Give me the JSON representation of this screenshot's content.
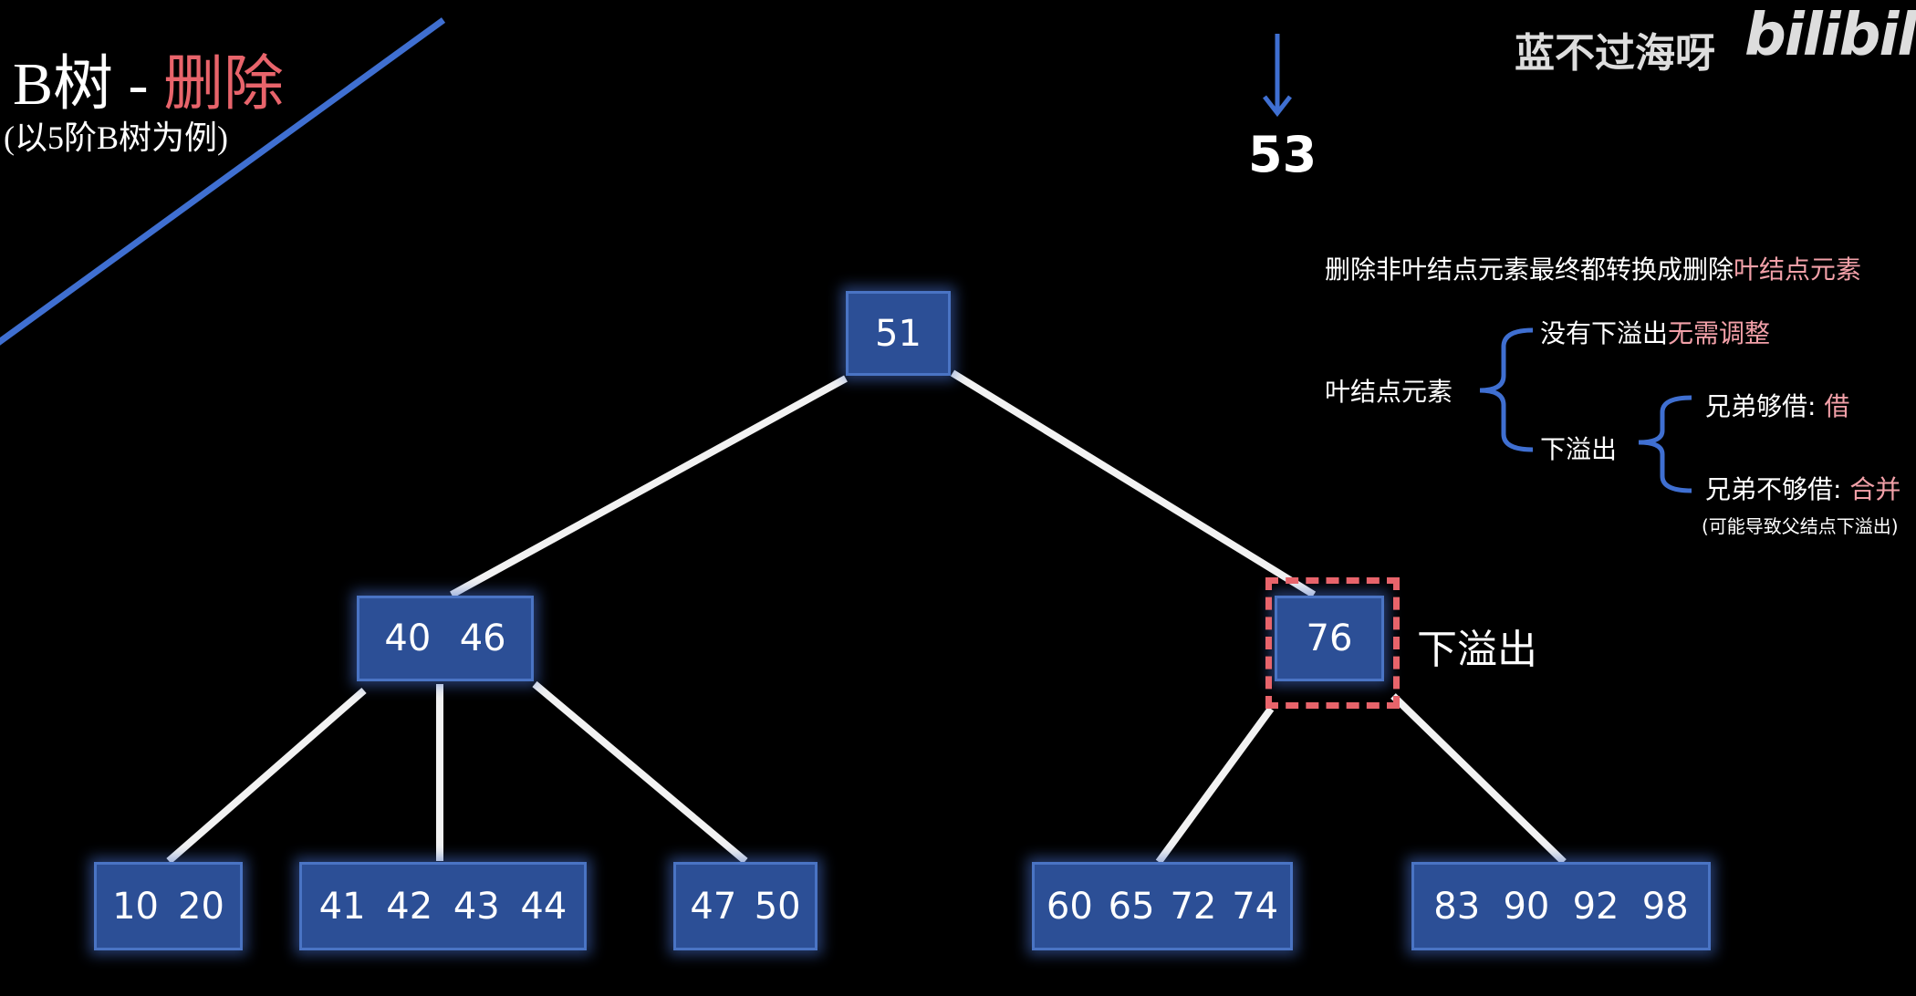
{
  "title": {
    "prefix": "B树 - ",
    "highlight": "删除"
  },
  "subtitle": "(以5阶B树为例)",
  "deleted_key": "53",
  "watermark": {
    "author": "蓝不过海呀",
    "logo": "bilibili"
  },
  "colors": {
    "node_fill": "#2c4f96",
    "highlight": "#e8646b",
    "line": "#3f6fd1",
    "pink_text": "#f2a0a8"
  },
  "tree": {
    "root": [
      "51"
    ],
    "level1": [
      [
        "40",
        "46"
      ],
      [
        "76"
      ]
    ],
    "leaves": [
      [
        "10",
        "20"
      ],
      [
        "41",
        "42",
        "43",
        "44"
      ],
      [
        "47",
        "50"
      ],
      [
        "60",
        "65",
        "72",
        "74"
      ],
      [
        "83",
        "90",
        "92",
        "98"
      ]
    ]
  },
  "underflow_label": "下溢出",
  "notes": {
    "rule_prefix": "删除非叶结点元素最终都转换成删除",
    "rule_highlight": "叶结点元素",
    "leaf_element": "叶结点元素",
    "no_underflow": "没有下溢出",
    "no_adjust": "无需调整",
    "underflow": "下溢出",
    "sibling_enough": "兄弟够借: ",
    "borrow": "借",
    "sibling_not_enough": "兄弟不够借: ",
    "merge": "合并",
    "merge_note": "(可能导致父结点下溢出)"
  }
}
